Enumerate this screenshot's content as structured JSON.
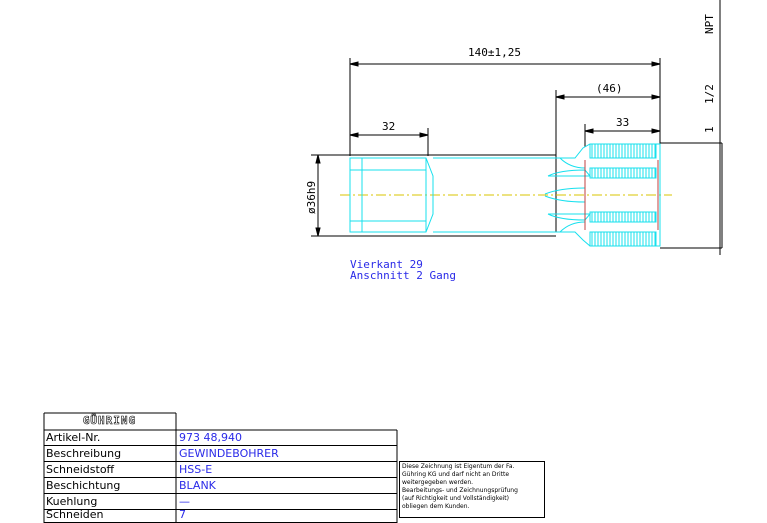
{
  "thread_label": [
    "NPT",
    "1/2",
    "1"
  ],
  "dimensions": {
    "overall_length": "140±1,25",
    "shank_ref": "(46)",
    "thread_length": "33",
    "square_length": "32",
    "diameter": "ø36h9"
  },
  "notes": [
    "Vierkant 29",
    "Anschnitt 2 Gang"
  ],
  "title_block": {
    "logo": "GÜHRING",
    "rows": [
      {
        "label": "Artikel-Nr.",
        "value": "973 48,940"
      },
      {
        "label": "Beschreibung",
        "value": "GEWINDEBOHRER"
      },
      {
        "label": "Schneidstoff",
        "value": "HSS-E"
      },
      {
        "label": "Beschichtung",
        "value": "BLANK"
      },
      {
        "label": "Kuehlung",
        "value": "—"
      },
      {
        "label": "Schneiden",
        "value": "7"
      }
    ]
  },
  "disclaimer": [
    "Diese Zeichnung ist Eigentum der Fa.",
    "Gühring KG und darf nicht an Dritte",
    "weitergegeben werden.",
    "Bearbeitungs- und Zeichnungsprüfung",
    "(auf Richtigkeit und Vollständigkeit)",
    "obliegen dem Kunden."
  ],
  "colors": {
    "part": "#17e0ee",
    "dim": "#000000",
    "text_blue": "#2a2ae8",
    "centerline": "#d8c400",
    "edge": "#c04040"
  }
}
